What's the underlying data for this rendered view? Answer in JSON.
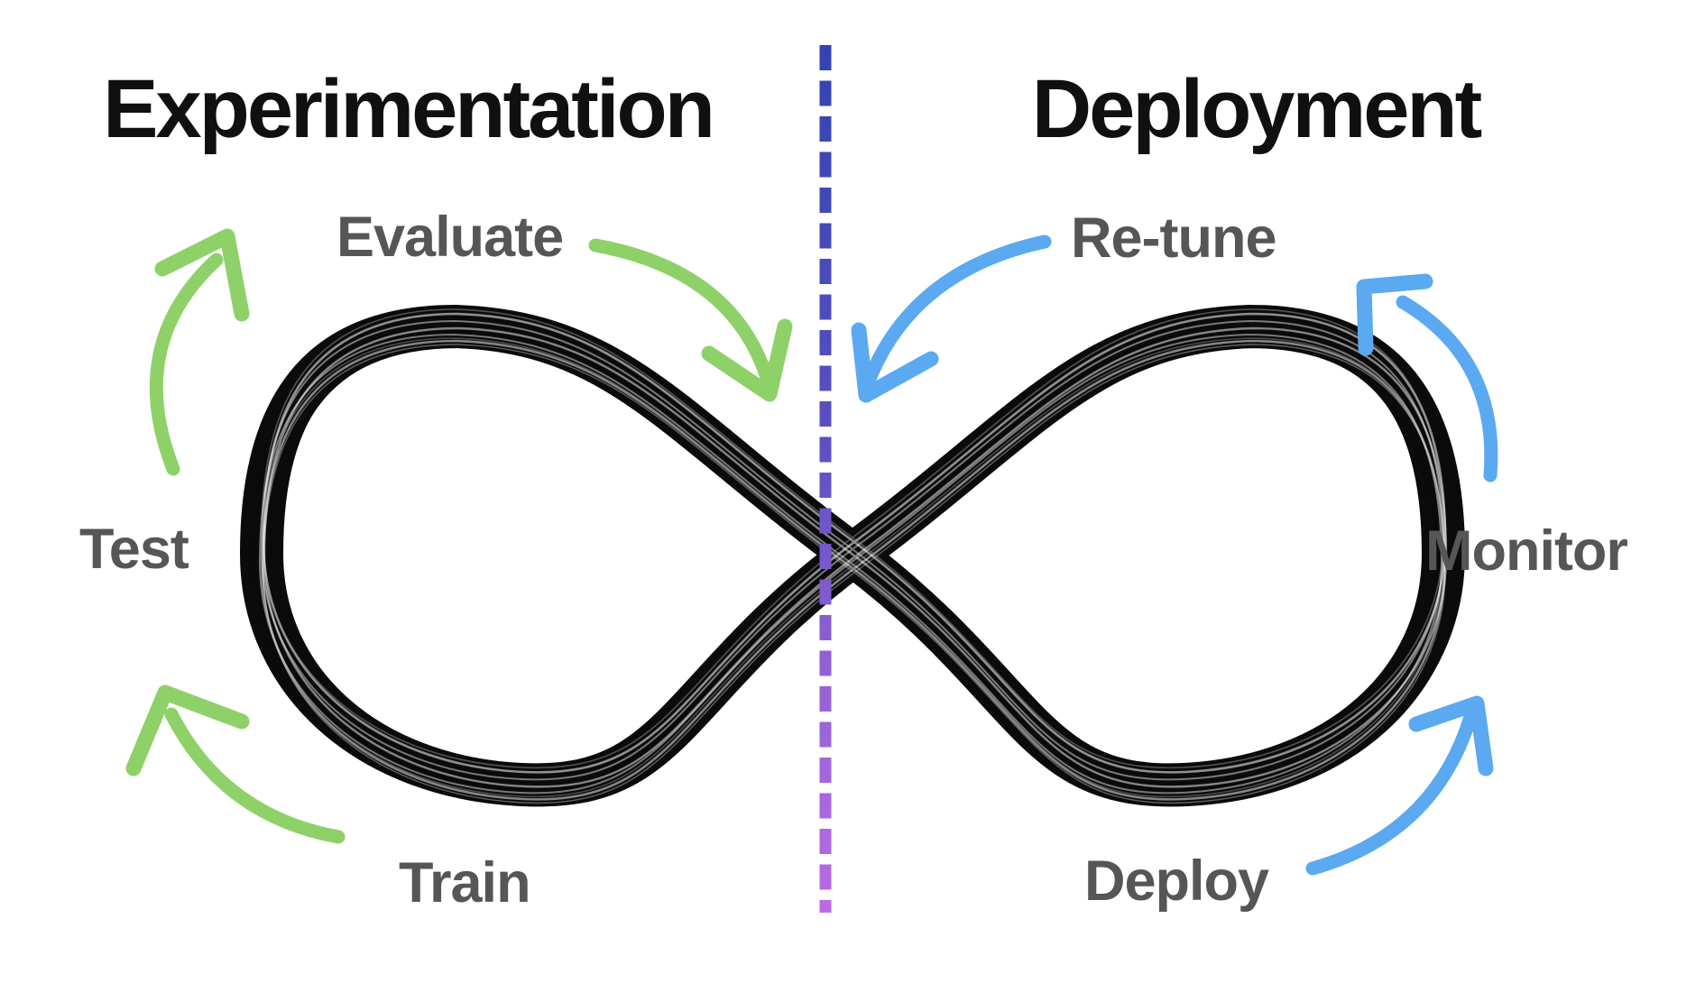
{
  "diagram": {
    "background": "#ffffff",
    "phases": {
      "experimentation": {
        "title": "Experimentation",
        "stages": {
          "evaluate": "Evaluate",
          "test": "Test",
          "train": "Train"
        },
        "arrow_color": "#8ed168"
      },
      "deployment": {
        "title": "Deployment",
        "stages": {
          "retune": "Re-tune",
          "monitor": "Monitor",
          "deploy": "Deploy"
        },
        "arrow_color": "#5aa9f1"
      }
    },
    "divider": {
      "style": "vertical-dashed-line",
      "color_top": "#3343b0",
      "color_middle": "#7c55cc",
      "color_bottom": "#bb6ae6"
    },
    "loop": {
      "shape": "infinity-symbol-brush-sketch",
      "color": "#0b0b0b"
    },
    "text_colors": {
      "title": "#101010",
      "stage_label": "#565656"
    }
  }
}
